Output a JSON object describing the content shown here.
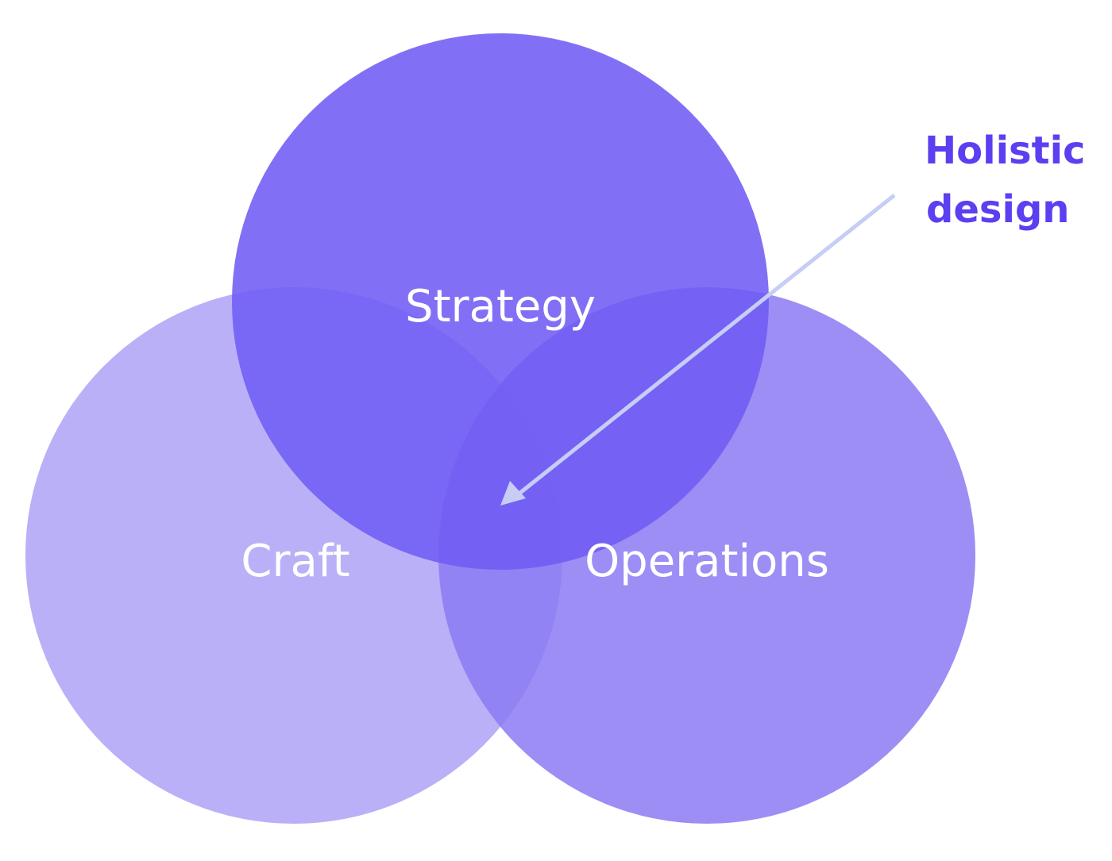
{
  "diagram": {
    "type": "venn",
    "sets": [
      {
        "key": "strategy",
        "label": "Strategy",
        "color": "#6f5cf4"
      },
      {
        "key": "craft",
        "label": "Craft",
        "color": "#aa9ff6"
      },
      {
        "key": "operations",
        "label": "Operations",
        "color": "#8c7bf3"
      }
    ],
    "intersection_color": "#5f43f3",
    "callout": {
      "line1": "Holistic",
      "line2": "design",
      "color": "#5b3ff0",
      "arrow_color": "#c7cdf4",
      "points_to": "center intersection of Strategy, Craft and Operations"
    }
  }
}
